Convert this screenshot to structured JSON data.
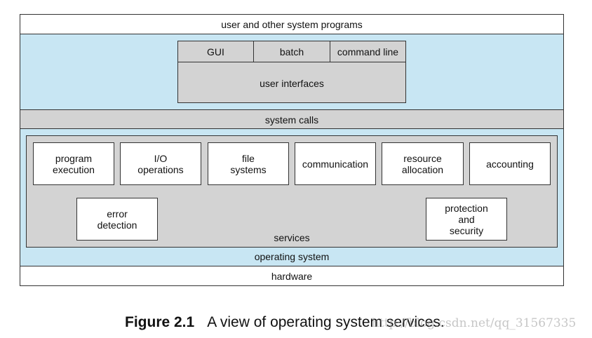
{
  "colors": {
    "os_blue": "#c8e6f3",
    "gray": "#d3d3d3",
    "border": "#333333"
  },
  "diagram": {
    "user_programs": "user and other system programs",
    "user_interfaces": {
      "items": [
        "GUI",
        "batch",
        "command line"
      ],
      "label": "user interfaces"
    },
    "system_calls": "system calls",
    "services": {
      "label": "services",
      "row1": [
        "program\nexecution",
        "I/O\noperations",
        "file\nsystems",
        "communication",
        "resource\nallocation",
        "accounting"
      ],
      "error_detection": "error\ndetection",
      "protection_security": "protection\nand\nsecurity"
    },
    "operating_system": "operating system",
    "hardware": "hardware"
  },
  "caption": {
    "number": "Figure 2.1",
    "text": "A view of operating system services."
  },
  "watermark": "http://blog.csdn.net/qq_31567335"
}
